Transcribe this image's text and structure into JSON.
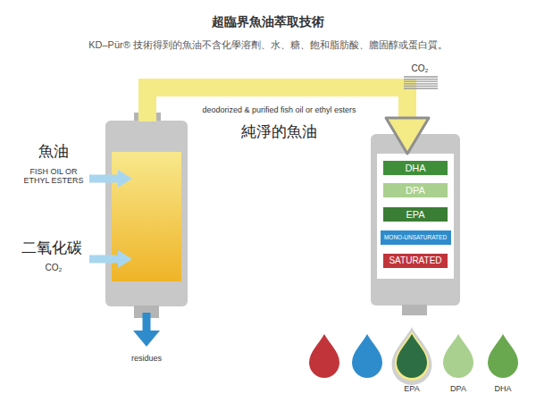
{
  "diagram": {
    "title": "超臨界魚油萃取技術",
    "nodes": [
      {
        "text": [
          "DHA"
        ]
      },
      {
        "text": [
          "DPA"
        ]
      },
      {
        "text": [
          "EPA"
        ]
      },
      {
        "text": [
          "MONO-UNSATURATED"
        ]
      },
      {
        "text": [
          "SATURATED"
        ]
      }
    ],
    "labels": [
      "KD–Pür® 技術得到的魚油不含化學溶劑、水、糖、飽和脂肪酸、膽固醇或蛋白質。",
      "CO₂",
      "deodorized & purified fish oil or ethyl esters",
      "純淨的魚油",
      "魚油",
      "FISH OIL OR ETHYL ESTERS",
      "二氧化碳",
      "CO₂",
      "residues",
      "EPA",
      "DPA",
      "DHA"
    ]
  }
}
